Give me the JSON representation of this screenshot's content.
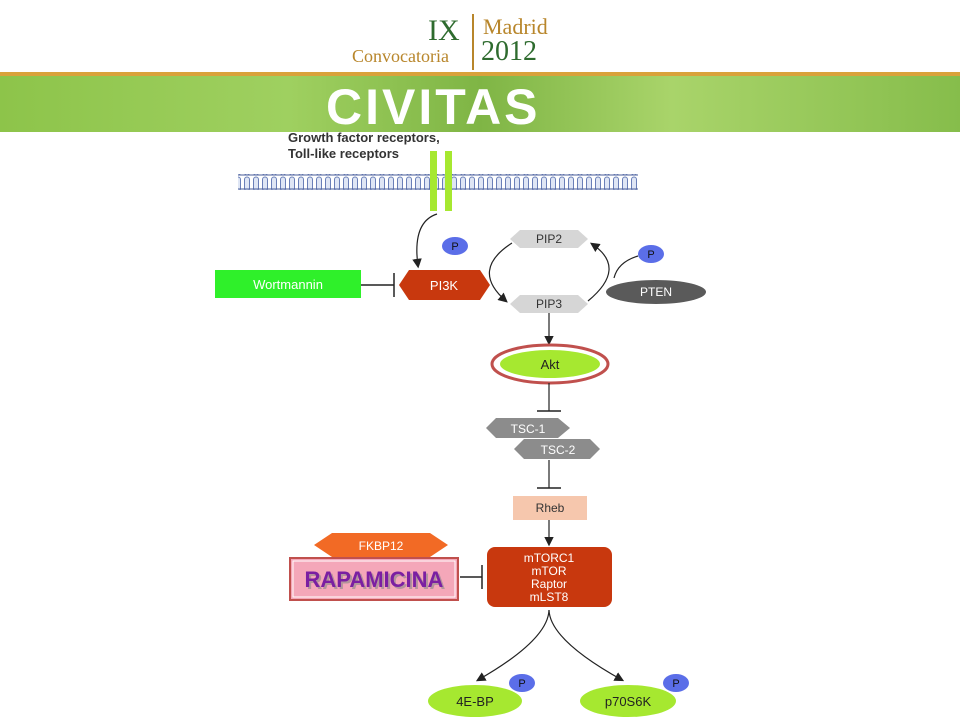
{
  "header": {
    "roman": "IX",
    "convocatoria": "Convocatoria",
    "city": "Madrid",
    "year": "2012",
    "brand": "CIVITAS"
  },
  "diagram": {
    "receptor_label_line1": "Growth factor receptors,",
    "receptor_label_line2": "Toll-like receptors",
    "wortmannin": "Wortmannin",
    "pi3k": "PI3K",
    "pip2": "PIP2",
    "pip3": "PIP3",
    "pten": "PTEN",
    "phospho": "P",
    "akt": "Akt",
    "tsc1": "TSC-1",
    "tsc2": "TSC-2",
    "rheb": "Rheb",
    "fkbp12": "FKBP12",
    "rapamicina": "RAPAMICINA",
    "mtorc_line1": "mTORC1",
    "mtorc_line2": "mTOR",
    "mtorc_line3": "Raptor",
    "mtorc_line4": "mLST8",
    "e4bp": "4E-BP",
    "p70s6k": "p70S6K"
  },
  "colors": {
    "green_node": "#a6e830",
    "red_node": "#c8380e",
    "gray_node": "#8c8c8c",
    "blue_phospho": "#5b6ee8",
    "wortmannin_green": "#2ff02a",
    "rheb_peach": "#f6c7ad",
    "fkbp_orange": "#f26a25"
  }
}
